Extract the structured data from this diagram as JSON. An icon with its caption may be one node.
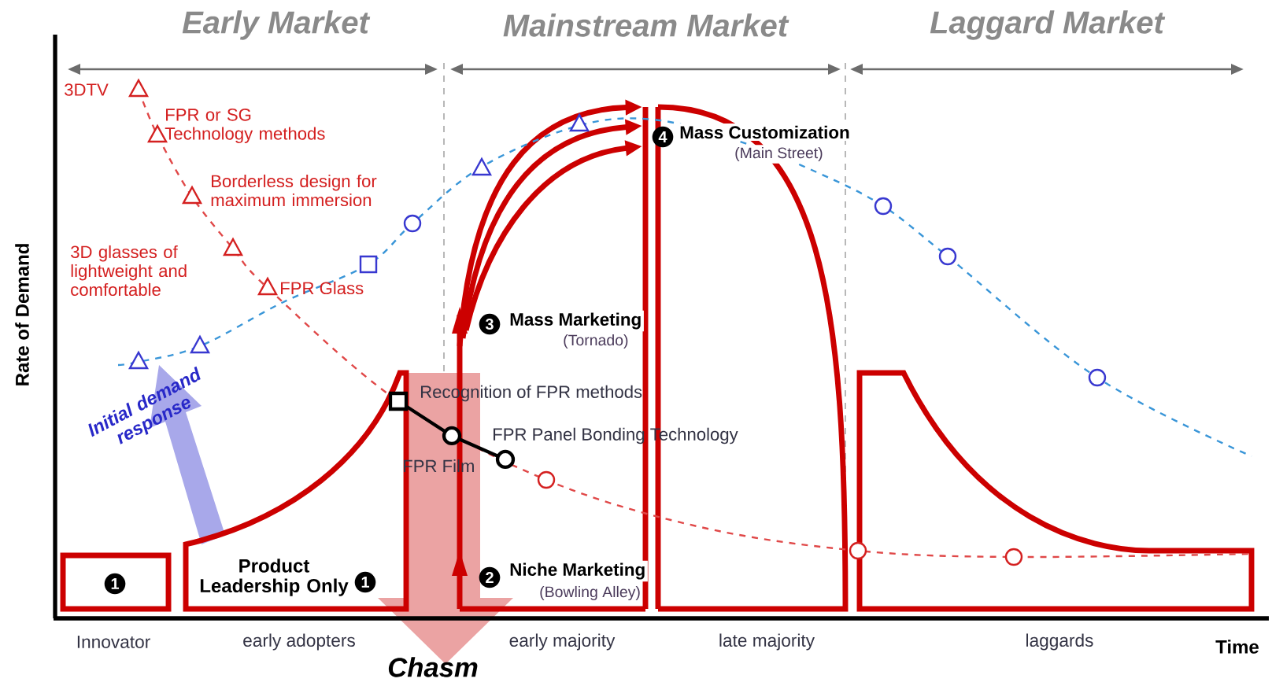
{
  "diagram": {
    "labels": [
      "Early Market",
      "Mainstream Market",
      "Laggard Market",
      "Rate of Demand",
      "3DTV",
      "FPR or SG Technology methods",
      "Borderless design for maximum immersion",
      "4",
      "Mass Customization",
      "(Main Street)",
      "3D glasses of lightweight and comfortable",
      "FPR Glass",
      "3",
      "Mass Marketing",
      "(Tornado)",
      "Initial demand response",
      "Recognition of FPR methods",
      "FPR Panel Bonding Technology",
      "FPR Film",
      "1",
      "Product Leadership Only",
      "1",
      "2",
      "Niche Marketing",
      "(Bowling Alley)",
      "Innovator",
      "early adopters",
      "early majority",
      "late majority",
      "laggards",
      "Time",
      "Chasm"
    ]
  }
}
